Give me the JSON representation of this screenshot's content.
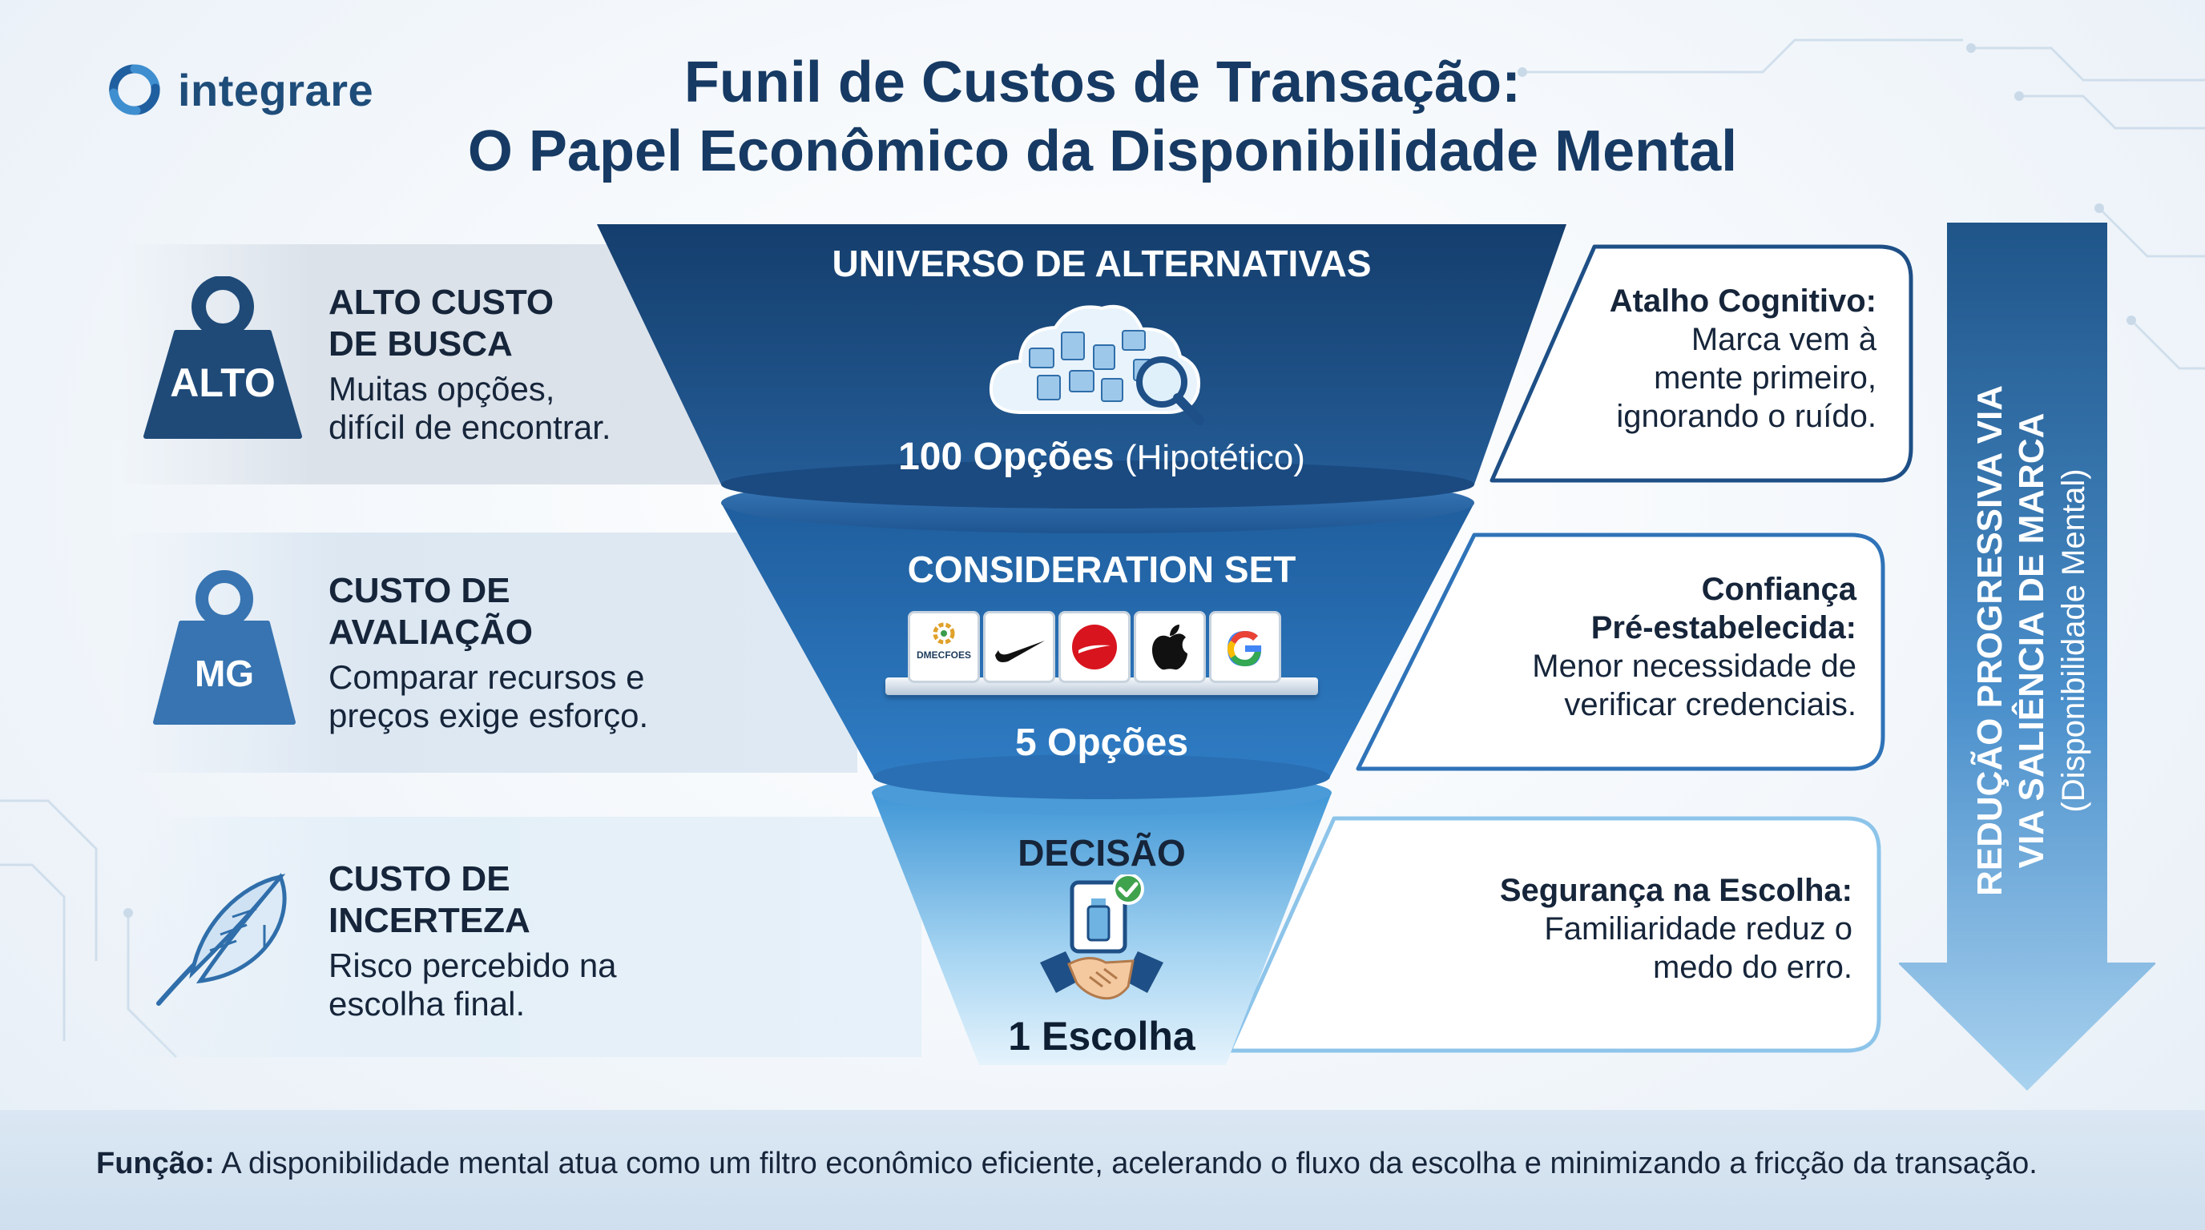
{
  "brand": {
    "name": "integrare"
  },
  "title": {
    "line1": "Funil de Custos de Transação:",
    "line2": "O Papel Econômico da Disponibilidade Mental"
  },
  "left_costs": [
    {
      "badge": "ALTO",
      "title_l1": "ALTO CUSTO",
      "title_l2": "DE BUSCA",
      "desc_l1": "Muitas opções,",
      "desc_l2": "difícil de encontrar."
    },
    {
      "badge": "MG",
      "title_l1": "CUSTO DE",
      "title_l2": "AVALIAÇÃO",
      "desc_l1": "Comparar recursos e",
      "desc_l2": "preços exige esforço."
    },
    {
      "badge": "",
      "title_l1": "CUSTO DE",
      "title_l2": "INCERTEZA",
      "desc_l1": "Risco percebido na",
      "desc_l2": "escolha final."
    }
  ],
  "funnel": [
    {
      "heading": "UNIVERSO DE ALTERNATIVAS",
      "count": "100 Opções",
      "count_note": "(Hipotético)"
    },
    {
      "heading": "CONSIDERATION SET",
      "count": "5 Opções",
      "shelf_logo_text": "DMECFOES"
    },
    {
      "heading": "DECISÃO",
      "count": "1 Escolha"
    }
  ],
  "callouts": [
    {
      "title": "Atalho Cognitivo:",
      "line1": "Marca vem à",
      "line2": "mente primeiro,",
      "line3": "ignorando o ruído."
    },
    {
      "title_l1": "Confiança",
      "title_l2": "Pré-estabelecida:",
      "line1": "Menor necessidade de",
      "line2": "verificar credenciais."
    },
    {
      "title": "Segurança na Escolha:",
      "line1": "Familiaridade reduz o",
      "line2": "medo do erro."
    }
  ],
  "side_arrow": {
    "line1": "REDUÇÃO PROGRESSIVA VIA",
    "line2": "VIA SALIÊNCIA DE MARCA",
    "line3": "(Disponibilidade Mental)"
  },
  "footer": {
    "label": "Função:",
    "text": "A disponibilidade mental atua como um filtro econômico eficiente, acelerando o fluxo da escolha e minimizando a fricção da transação."
  },
  "colors": {
    "navy": "#163a63",
    "blue_dark": "#1e4f86",
    "blue_mid": "#2f73b8",
    "blue_light": "#6fb3e2",
    "band1": "#e3e8ef",
    "band2": "#e1eaf3",
    "band3": "#e6f1f9"
  }
}
